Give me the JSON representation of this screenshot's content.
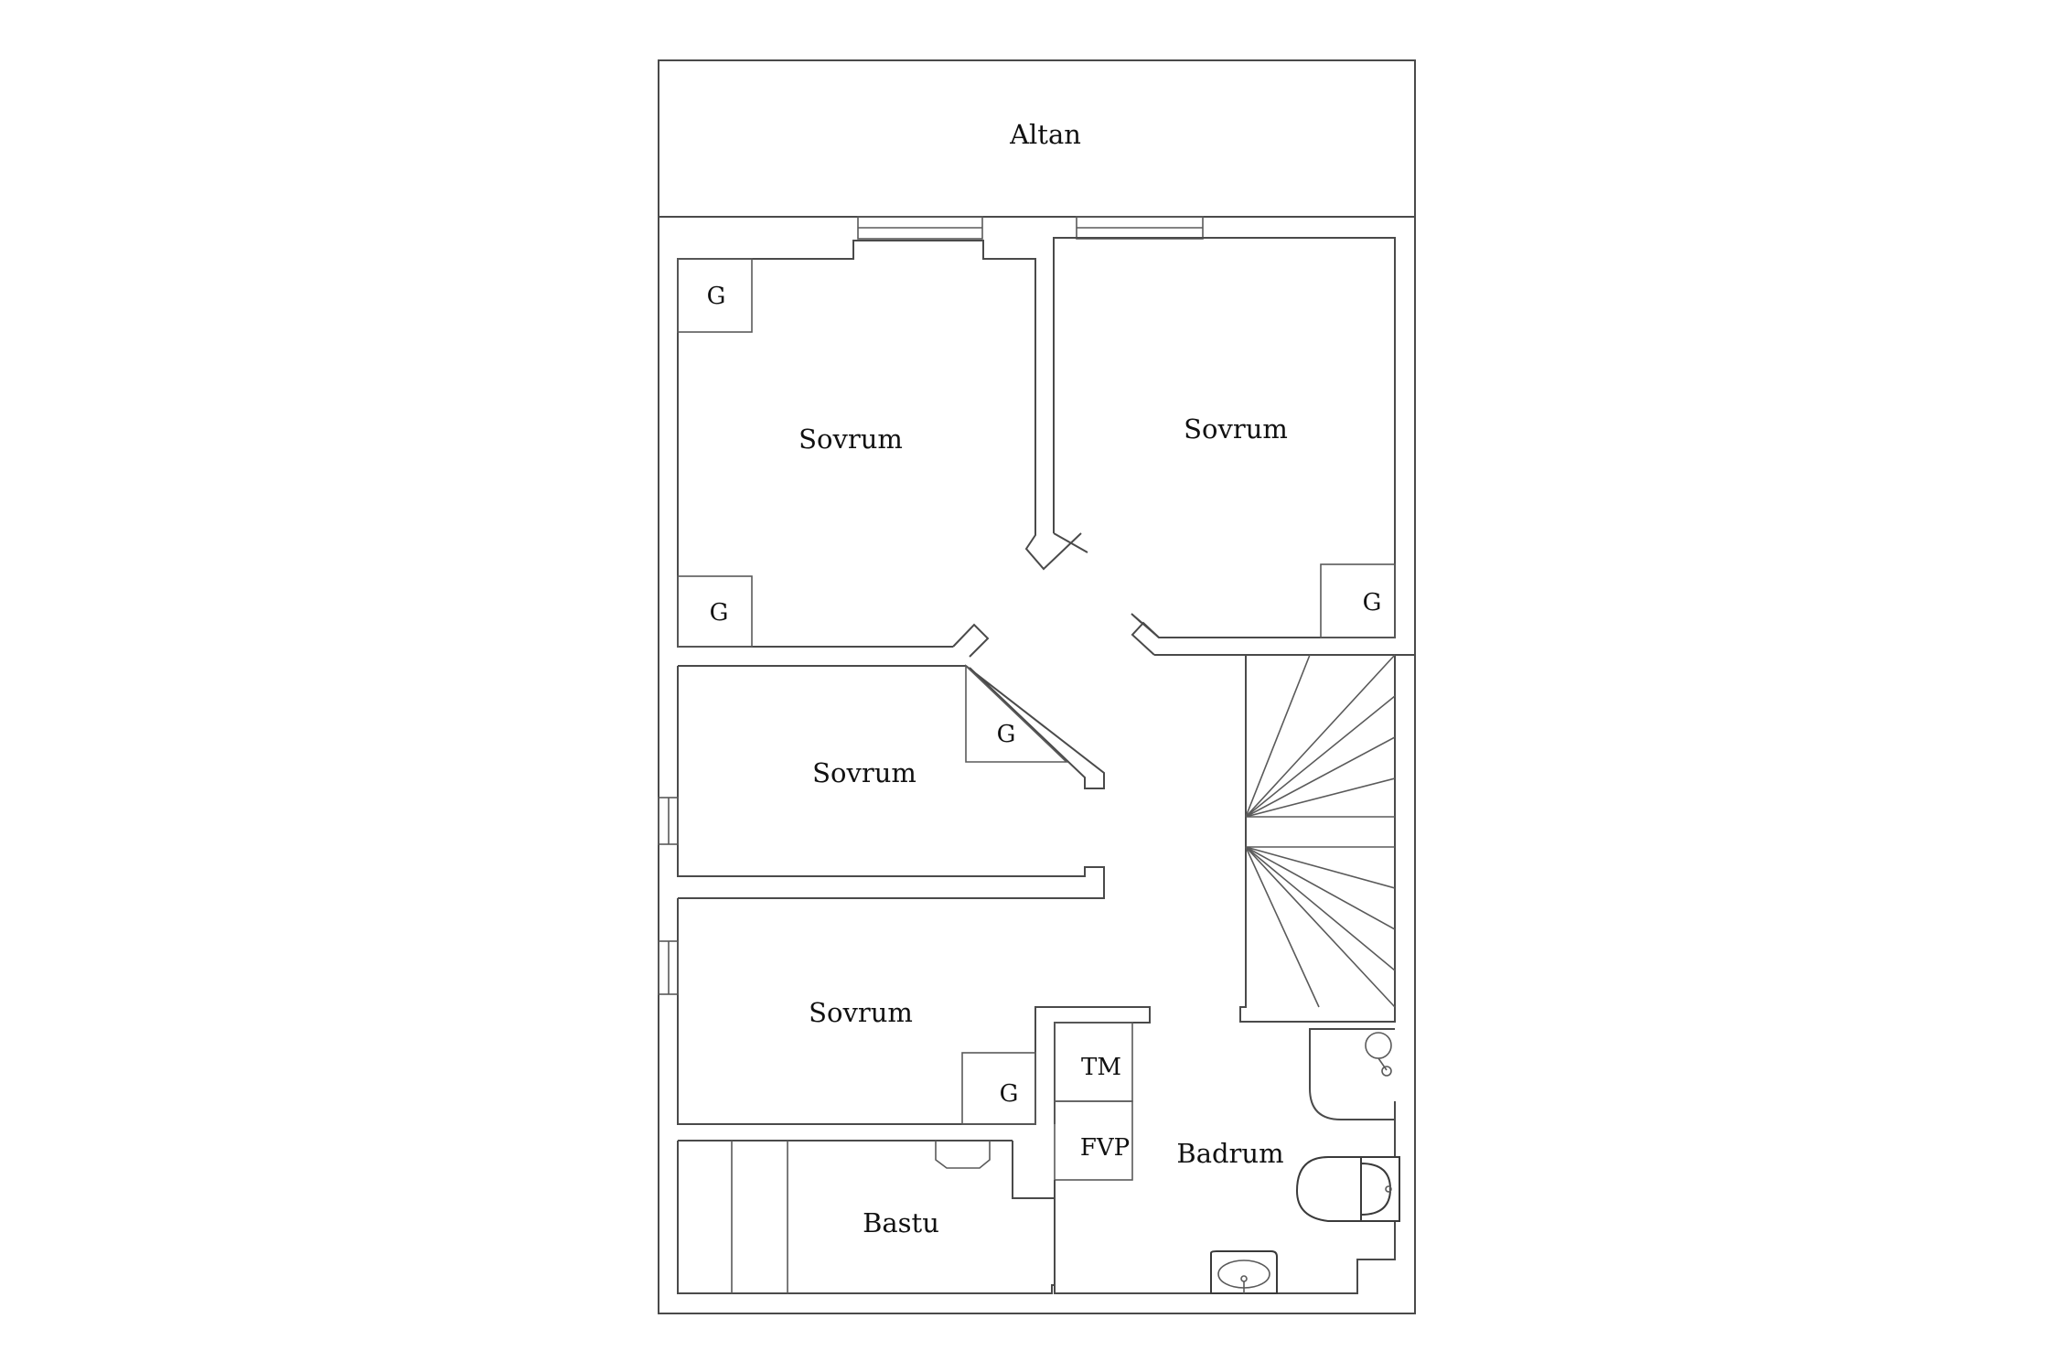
{
  "floor_plan": {
    "rooms": {
      "altan": "Altan",
      "sovrum_1": "Sovrum",
      "sovrum_2": "Sovrum",
      "sovrum_3": "Sovrum",
      "sovrum_4": "Sovrum",
      "badrum": "Badrum",
      "bastu": "Bastu"
    },
    "fixtures": {
      "closet_g": "G",
      "tm": "TM",
      "fvp": "FVP"
    }
  },
  "colors": {
    "line": "#4a4a4a",
    "background": "#ffffff",
    "text": "#111111"
  }
}
